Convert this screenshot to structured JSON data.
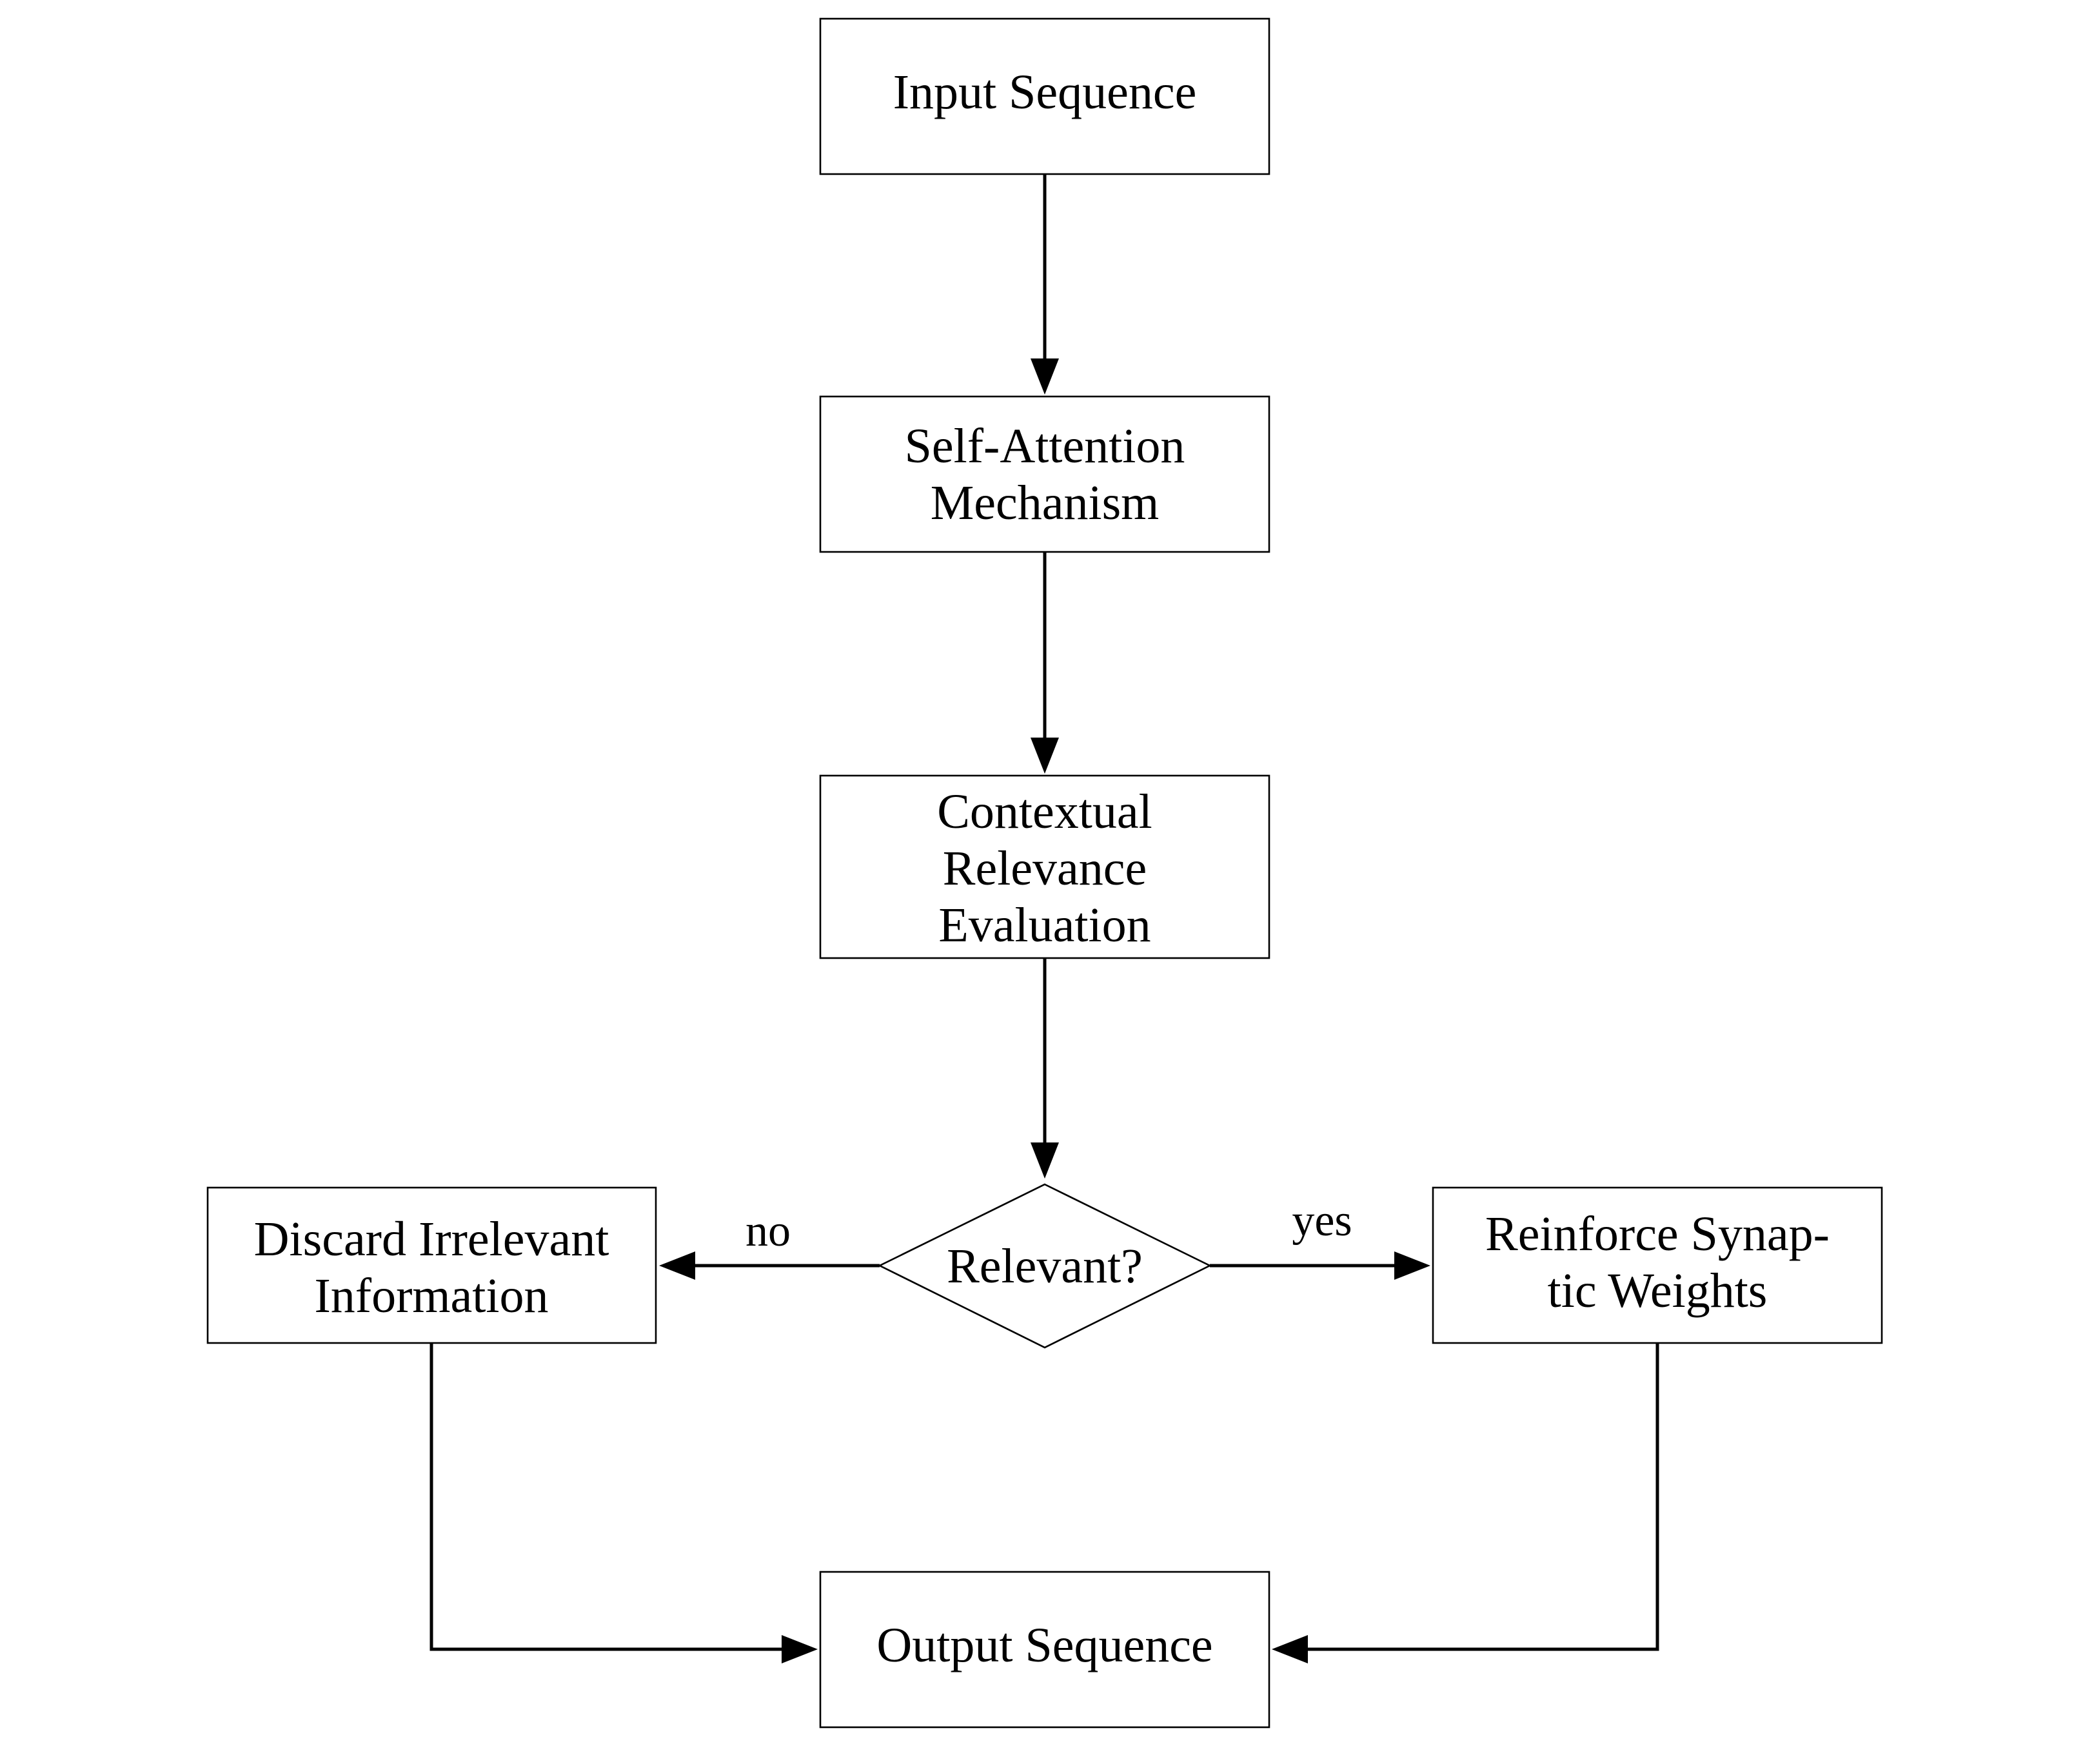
{
  "diagram": {
    "type": "flowchart",
    "nodes": {
      "input": {
        "label": "Input Sequence"
      },
      "attention": {
        "line1": "Self-Attention",
        "line2": "Mechanism"
      },
      "evaluation": {
        "line1": "Contextual",
        "line2": "Relevance",
        "line3": "Evaluation"
      },
      "decision": {
        "label": "Relevant?"
      },
      "discard": {
        "line1": "Discard Irrelevant",
        "line2": "Information"
      },
      "reinforce": {
        "line1": "Reinforce Synap-",
        "line2": "tic Weights"
      },
      "output": {
        "label": "Output Sequence"
      }
    },
    "edges": {
      "no_label": "no",
      "yes_label": "yes"
    },
    "connections": [
      {
        "from": "Input Sequence",
        "to": "Self-Attention Mechanism"
      },
      {
        "from": "Self-Attention Mechanism",
        "to": "Contextual Relevance Evaluation"
      },
      {
        "from": "Contextual Relevance Evaluation",
        "to": "Relevant?"
      },
      {
        "from": "Relevant?",
        "to": "Discard Irrelevant Information",
        "label": "no"
      },
      {
        "from": "Relevant?",
        "to": "Reinforce Synaptic Weights",
        "label": "yes"
      },
      {
        "from": "Discard Irrelevant Information",
        "to": "Output Sequence"
      },
      {
        "from": "Reinforce Synaptic Weights",
        "to": "Output Sequence"
      }
    ]
  }
}
